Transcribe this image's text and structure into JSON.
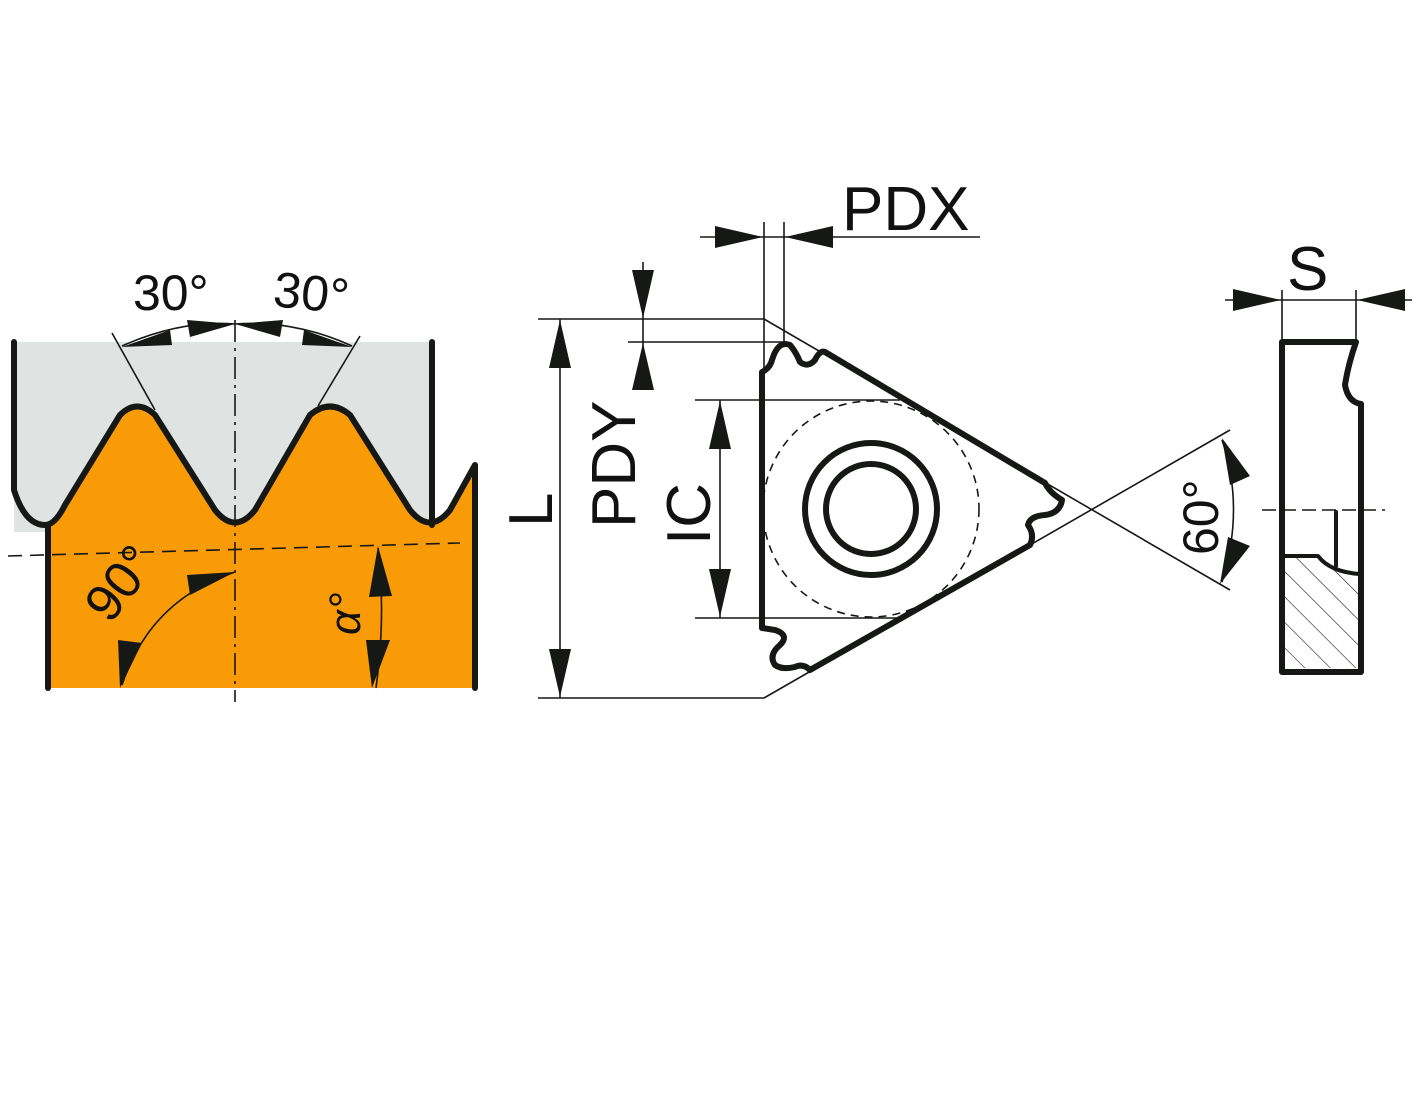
{
  "colors": {
    "insert": "#F99B06",
    "workpiece": "#DFE3E2",
    "line": "#161816"
  },
  "thread_view": {
    "left_flank_angle": "30°",
    "right_flank_angle": "30°",
    "right_angle": "90°",
    "helix_angle": "α°"
  },
  "insert_view": {
    "length_label": "L",
    "pdy_label": "PDY",
    "ic_label": "IC",
    "pdx_label": "PDX",
    "tip_angle": "60°"
  },
  "side_view": {
    "thickness_label": "S"
  }
}
